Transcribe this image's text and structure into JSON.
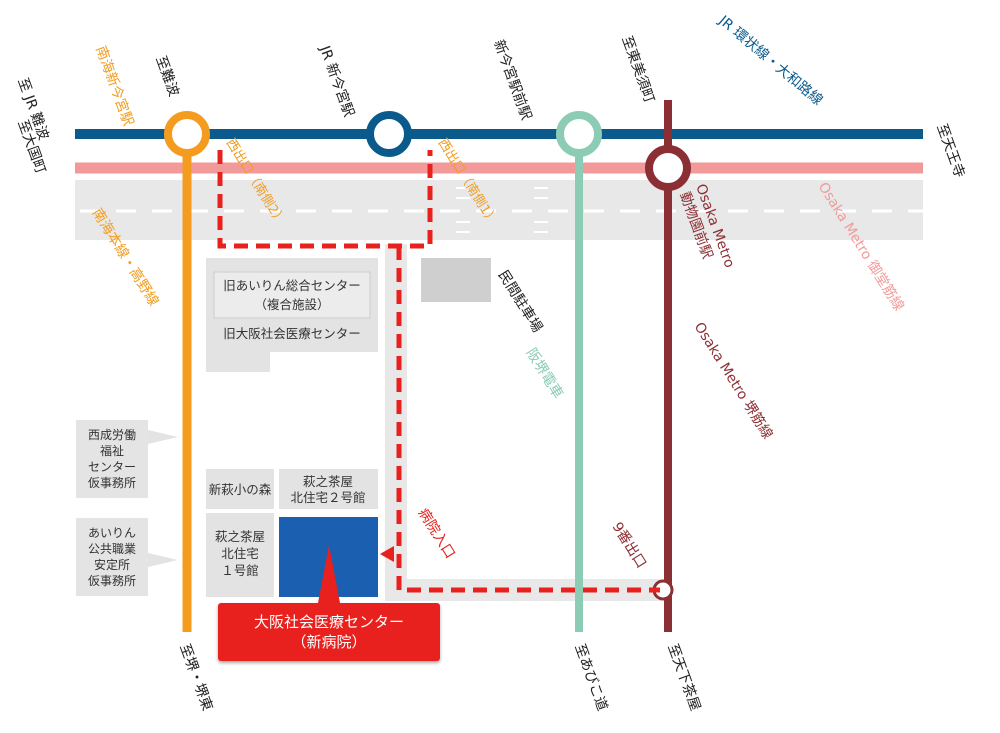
{
  "colors": {
    "jr_loop": "#0b5a8c",
    "nankai": "#f39c1f",
    "midosuji": "#f29a9a",
    "hankai": "#8ccbb4",
    "sakaisuji": "#8c2f34",
    "route_red": "#e8211e",
    "hospital_blue": "#1a5fb0",
    "road_gray": "#e8e8e8",
    "building_gray": "#e3e3e3"
  },
  "directions": {
    "jr_namba": "至 JR 難波",
    "daikokucho": "至大国町",
    "tennoji": "至天王寺",
    "namba": "至難波",
    "higashi_sumiyoshi": "至東美須町",
    "sakai_higashi": "至堺・堺東",
    "abikomichi": "至あびこ道",
    "tengachaya": "至天下茶屋"
  },
  "lines": {
    "nankai_main": "南海本線・高野線",
    "jr_loop": "JR 環状線・大和路線",
    "midosuji": "Osaka Metro 御堂筋線",
    "sakaisuji": "Osaka Metro 堺筋線",
    "hankai": "阪堺電車"
  },
  "stations": {
    "nankai_shin_imamiya": "南海新今宮駅",
    "jr_shin_imamiya": "JR 新今宮駅",
    "shin_imamiya_ekimae": "新今宮駅前駅",
    "dobutsuen_line1": "Osaka Metro",
    "dobutsuen_line2": "動物園前駅"
  },
  "exits": {
    "west_south2": "西出口（南側2）",
    "west_south1": "西出口（南側1）",
    "exit9": "9番出口",
    "hospital_entrance": "病院入口"
  },
  "buildings": {
    "airin_center_line1": "旧あいりん総合センター",
    "airin_center_line2": "（複合施設）",
    "old_hospital": "旧大阪社会医療センター",
    "parking": "民間駐車場",
    "shinhagi_forest": "新萩小の森",
    "north2_line1": "萩之茶屋",
    "north2_line2": "北住宅２号館",
    "north1_line1": "萩之茶屋",
    "north1_line2": "北住宅",
    "north1_line3": "１号館",
    "nishinari_line1": "西成労働",
    "nishinari_line2": "福祉",
    "nishinari_line3": "センター",
    "nishinari_line4": "仮事務所",
    "airin_job_line1": "あいりん",
    "airin_job_line2": "公共職業",
    "airin_job_line3": "安定所",
    "airin_job_line4": "仮事務所"
  },
  "hospital": {
    "name_line1": "大阪社会医療センター",
    "name_line2": "（新病院）"
  }
}
